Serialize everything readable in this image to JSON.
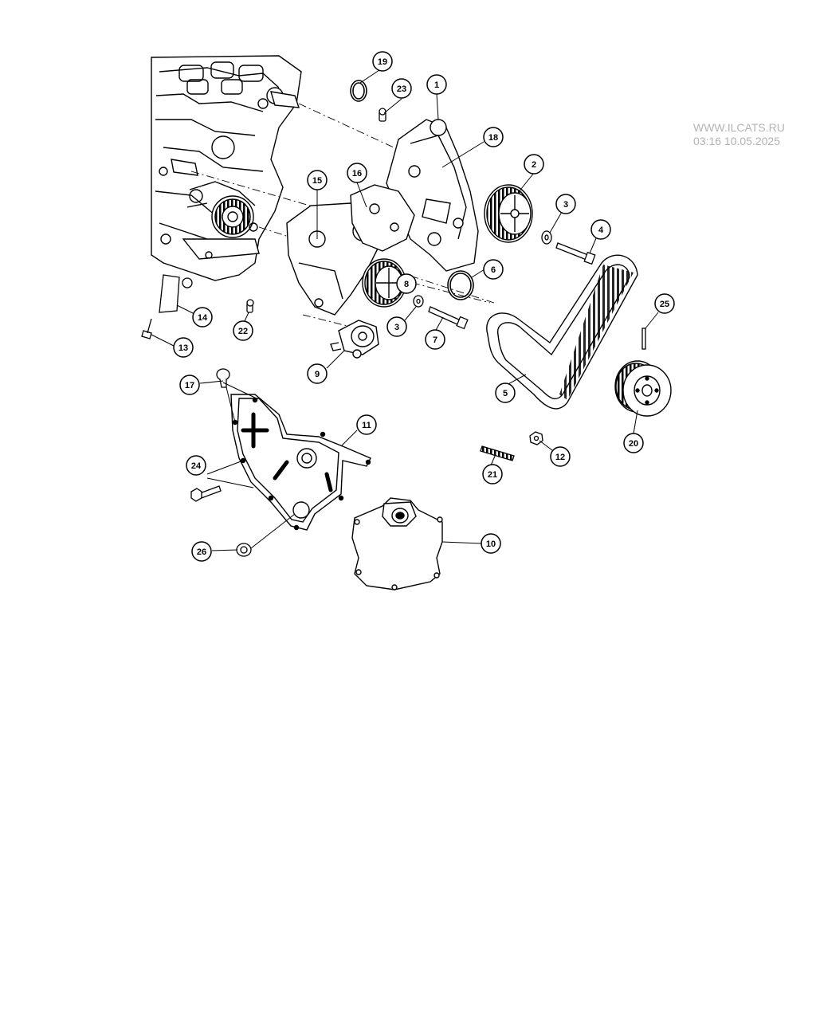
{
  "watermark": {
    "site": "WWW.ILCATS.RU",
    "timestamp": "03:16 10.05.2025"
  },
  "diagram": {
    "style": "exploded parts diagram, black line art on white",
    "callouts": [
      "1",
      "2",
      "3",
      "3",
      "4",
      "5",
      "6",
      "7",
      "8",
      "9",
      "10",
      "11",
      "12",
      "13",
      "14",
      "15",
      "16",
      "17",
      "18",
      "19",
      "20",
      "21",
      "22",
      "23",
      "24",
      "25",
      "26"
    ],
    "colors": {
      "line": "#000000",
      "background": "#ffffff",
      "watermark": "#b3b3b3"
    }
  }
}
